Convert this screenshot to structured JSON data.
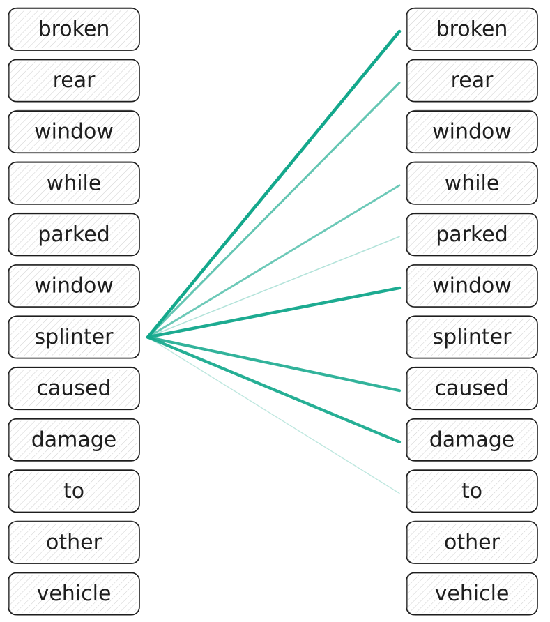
{
  "diagram": {
    "type": "token-attention",
    "line_color": "#14a88c",
    "source_tokens": [
      "broken",
      "rear",
      "window",
      "while",
      "parked",
      "window",
      "splinter",
      "caused",
      "damage",
      "to",
      "other",
      "vehicle"
    ],
    "target_tokens": [
      "broken",
      "rear",
      "window",
      "while",
      "parked",
      "window",
      "splinter",
      "caused",
      "damage",
      "to",
      "other",
      "vehicle"
    ],
    "focus_source_index": 6,
    "links": [
      {
        "target": 0,
        "weight": 1.0
      },
      {
        "target": 1,
        "weight": 0.6
      },
      {
        "target": 3,
        "weight": 0.55
      },
      {
        "target": 4,
        "weight": 0.2
      },
      {
        "target": 5,
        "weight": 0.95
      },
      {
        "target": 7,
        "weight": 0.85
      },
      {
        "target": 8,
        "weight": 0.9
      },
      {
        "target": 9,
        "weight": 0.15
      }
    ]
  }
}
